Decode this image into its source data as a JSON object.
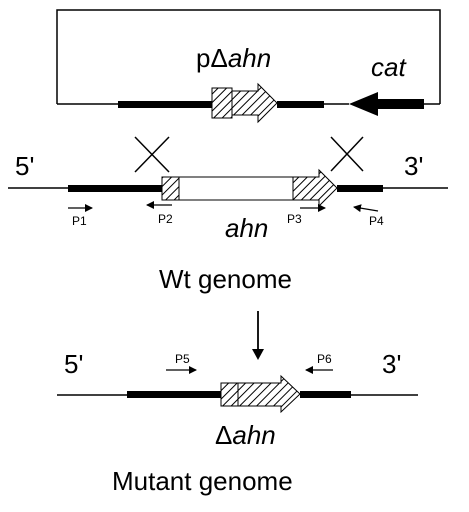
{
  "plasmid": {
    "name_prefix": "pΔ",
    "name_gene": "ahn",
    "marker": "cat"
  },
  "wildtype": {
    "end5": "5'",
    "end3": "3'",
    "gene": "ahn",
    "caption": "Wt genome",
    "primers": [
      "P1",
      "P2",
      "P3",
      "P4"
    ]
  },
  "mutant": {
    "end5": "5'",
    "end3": "3'",
    "gene_prefix": "Δ",
    "gene": "ahn",
    "caption": "Mutant genome",
    "primers": [
      "P5",
      "P6"
    ]
  }
}
